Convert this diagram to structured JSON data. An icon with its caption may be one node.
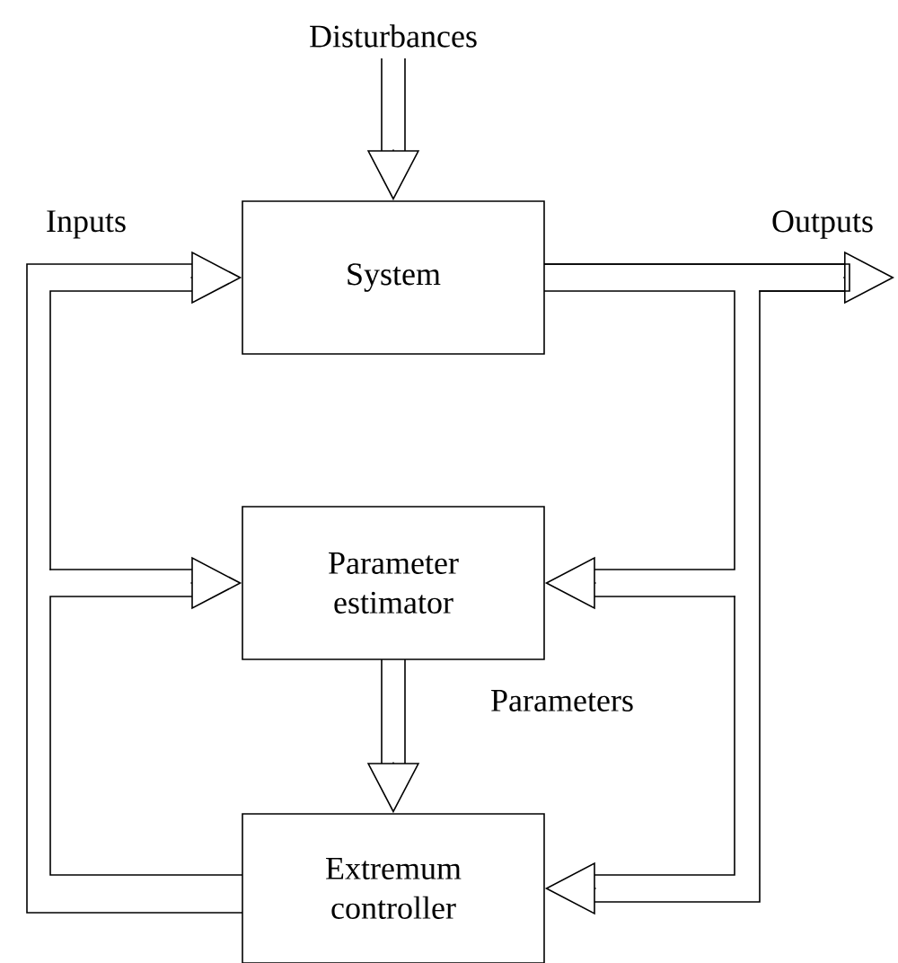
{
  "diagram": {
    "nodes": [
      {
        "text": [
          "System"
        ]
      },
      {
        "text": [
          "Parameter estimator"
        ]
      },
      {
        "text": [
          "Extremum controller"
        ]
      },
      {
        "text": [
          "Disturbances"
        ]
      }
    ],
    "edges": [
      {
        "from": 3,
        "to": 0,
        "arrow": "to"
      },
      {
        "from": 2,
        "to": 0,
        "arrow": "to",
        "label": "Inputs"
      },
      {
        "from": 2,
        "to": 1,
        "arrow": "to"
      },
      {
        "from": 0,
        "to": null,
        "arrow": "to",
        "label": "Outputs"
      },
      {
        "from": 0,
        "to": 1,
        "arrow": "to"
      },
      {
        "from": 0,
        "to": 2,
        "arrow": "to"
      },
      {
        "from": 1,
        "to": 2,
        "arrow": "to",
        "label": "Parameters"
      }
    ]
  }
}
